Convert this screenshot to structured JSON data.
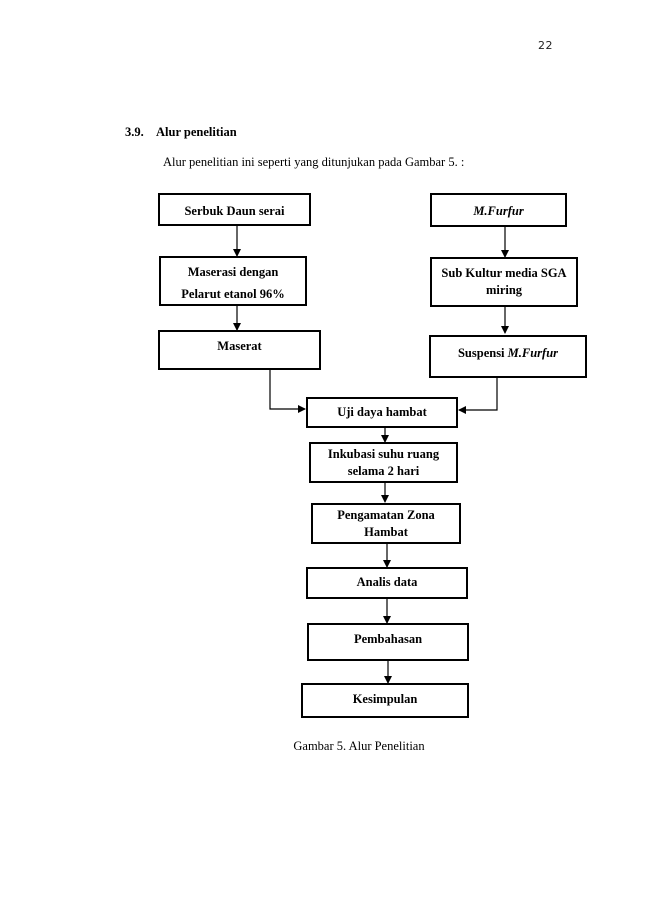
{
  "page_number": "22",
  "section": {
    "number": "3.9.",
    "title": "Alur penelitian"
  },
  "intro_text": "Alur penelitian ini seperti yang ditunjukan pada Gambar 5.  :",
  "flowchart": {
    "serbuk": "Serbuk Daun serai",
    "maserasi_line1": "Maserasi dengan",
    "maserasi_line2": "Pelarut etanol 96%",
    "maserat": "Maserat",
    "mfurfur": "M.Furfur",
    "subkultur": "Sub Kultur media SGA miring",
    "suspensi_prefix": "Suspensi ",
    "suspensi_name": "M.Furfur",
    "uji": "Uji daya hambat",
    "inkubasi": "Inkubasi suhu ruang selama 2 hari",
    "pengamatan": "Pengamatan Zona Hambat",
    "analisis": "Analis data",
    "pembahasan": "Pembahasan",
    "kesimpulan": "Kesimpulan"
  },
  "caption": "Gambar 5. Alur Penelitian"
}
